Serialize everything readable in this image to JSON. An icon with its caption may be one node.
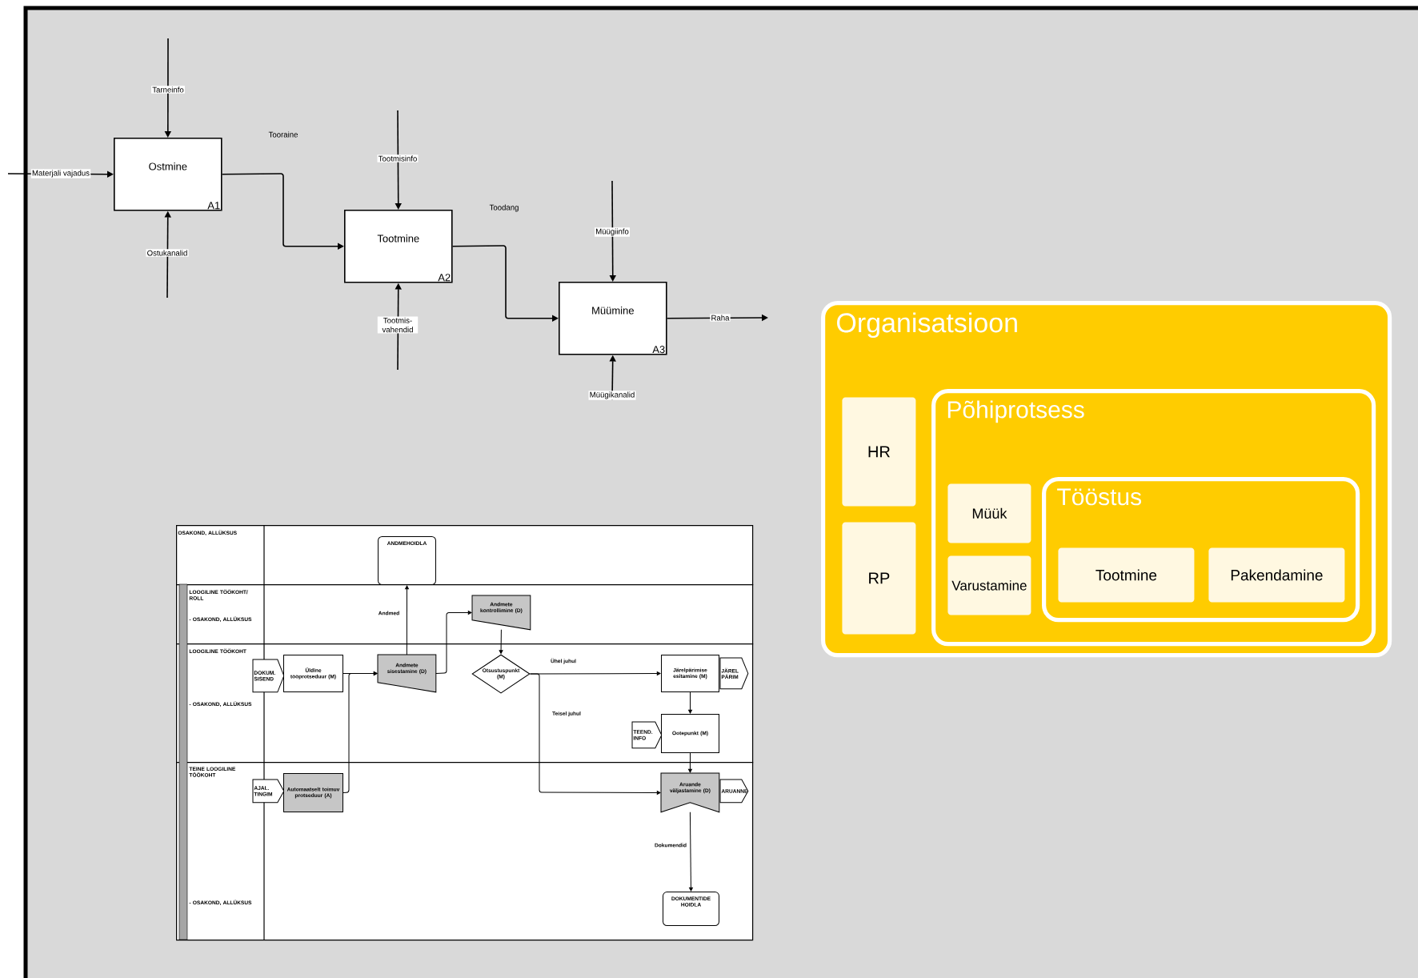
{
  "diagram": {
    "nodes": [
      {
        "text": [
          "Ostmine",
          "A1"
        ]
      },
      {
        "text": [
          "Tootmine",
          "A2"
        ]
      },
      {
        "text": [
          "Müümine",
          "A3"
        ]
      },
      {
        "text": [
          "Organisatsioon"
        ]
      },
      {
        "text": [
          "HR"
        ],
        "in": 3
      },
      {
        "text": [
          "RP"
        ],
        "in": 3
      },
      {
        "text": [
          "Põhiprotsess"
        ],
        "in": 3
      },
      {
        "text": [
          "Müük"
        ],
        "in": 6
      },
      {
        "text": [
          "Varustamine"
        ],
        "in": 6
      },
      {
        "text": [
          "Tööstus"
        ],
        "in": 6
      },
      {
        "text": [
          "Tootmine"
        ],
        "in": 9
      },
      {
        "text": [
          "Pakendamine"
        ],
        "in": 9
      },
      {
        "text": [
          "OSAKOND, ALLÜKSUS"
        ]
      },
      {
        "text": [
          "LOOGILINE TÖÖKOHT/ ROLL",
          "- OSAKOND, ALLÜKSUS"
        ]
      },
      {
        "text": [
          "LOOGILINE TÖÖKOHT",
          "- OSAKOND, ALLÜKSUS"
        ]
      },
      {
        "text": [
          "TEINE LOOGILINE TÖÖKOHT",
          "- OSAKOND, ALLÜKSUS"
        ]
      },
      {
        "text": [
          "ANDMEHOIDLA"
        ],
        "in": 12
      },
      {
        "text": [
          "Andmete kontrollimine (D)"
        ],
        "in": 13
      },
      {
        "text": [
          "DOKUM. SISEND"
        ],
        "in": 14
      },
      {
        "text": [
          "Üldine tööprotseduur (M)"
        ],
        "in": 14
      },
      {
        "text": [
          "Andmete sisestamine (D)"
        ],
        "in": 14
      },
      {
        "text": [
          "Otsustuspunkt (M)"
        ],
        "in": 14
      },
      {
        "text": [
          "Järelpärimise esitamine (M)"
        ],
        "in": 14
      },
      {
        "text": [
          "JÄREL PÄRIM"
        ],
        "in": 14
      },
      {
        "text": [
          "TEEND. INFO"
        ],
        "in": 14
      },
      {
        "text": [
          "Ootepunkt (M)"
        ],
        "in": 14
      },
      {
        "text": [
          "AJAL. TINGIM"
        ],
        "in": 15
      },
      {
        "text": [
          "Automaatselt toimuv protseduur (A)"
        ],
        "in": 15
      },
      {
        "text": [
          "Aruande väljastamine (D)"
        ],
        "in": 15
      },
      {
        "text": [
          "ARUANNE"
        ],
        "in": 15
      },
      {
        "text": [
          "DOKUMENTIDE HOIDLA"
        ],
        "in": 15
      }
    ],
    "edges": [
      {
        "from": null,
        "to": 0,
        "arrow": "to",
        "label": "Tarneinfo"
      },
      {
        "from": null,
        "to": 0,
        "arrow": "to",
        "label": "Materjali vajadus"
      },
      {
        "from": null,
        "to": 0,
        "arrow": "to",
        "label": "Ostukanalid"
      },
      {
        "from": 0,
        "to": 1,
        "arrow": "to",
        "label": "Tooraine"
      },
      {
        "from": null,
        "to": 1,
        "arrow": "to",
        "label": "Tootmisinfo"
      },
      {
        "from": null,
        "to": 1,
        "arrow": "to",
        "label": "Tootmis- vahendid"
      },
      {
        "from": 1,
        "to": 2,
        "arrow": "to",
        "label": "Toodang"
      },
      {
        "from": null,
        "to": 2,
        "arrow": "to",
        "label": "Müügiinfo"
      },
      {
        "from": null,
        "to": 2,
        "arrow": "to",
        "label": "Müügikanalid"
      },
      {
        "from": 2,
        "to": null,
        "arrow": "to",
        "label": "Raha"
      },
      {
        "from": 19,
        "to": 20,
        "arrow": "to"
      },
      {
        "from": 27,
        "to": 20,
        "arrow": "to"
      },
      {
        "from": 20,
        "to": 16,
        "arrow": "to",
        "label": "Andmed"
      },
      {
        "from": 20,
        "to": 17,
        "arrow": "to"
      },
      {
        "from": 17,
        "to": 21,
        "arrow": "to"
      },
      {
        "from": 21,
        "to": 22,
        "arrow": "to",
        "label": "Ühel juhul"
      },
      {
        "from": 21,
        "to": 28,
        "arrow": "to",
        "label": "Teisel juhul"
      },
      {
        "from": 22,
        "to": 25,
        "arrow": "to"
      },
      {
        "from": 25,
        "to": 28,
        "arrow": "to"
      },
      {
        "from": 28,
        "to": 30,
        "arrow": "to",
        "label": "Dokumendid"
      }
    ]
  }
}
